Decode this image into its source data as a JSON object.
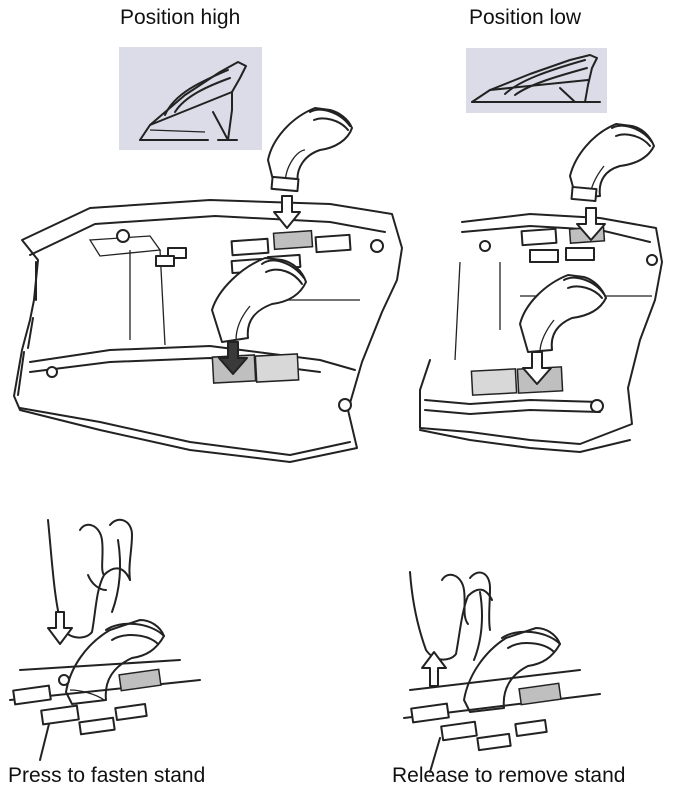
{
  "captions": {
    "position_high": "Position high",
    "position_low": "Position low",
    "press_fasten": "Press to fasten stand",
    "release_remove": "Release to remove stand"
  }
}
